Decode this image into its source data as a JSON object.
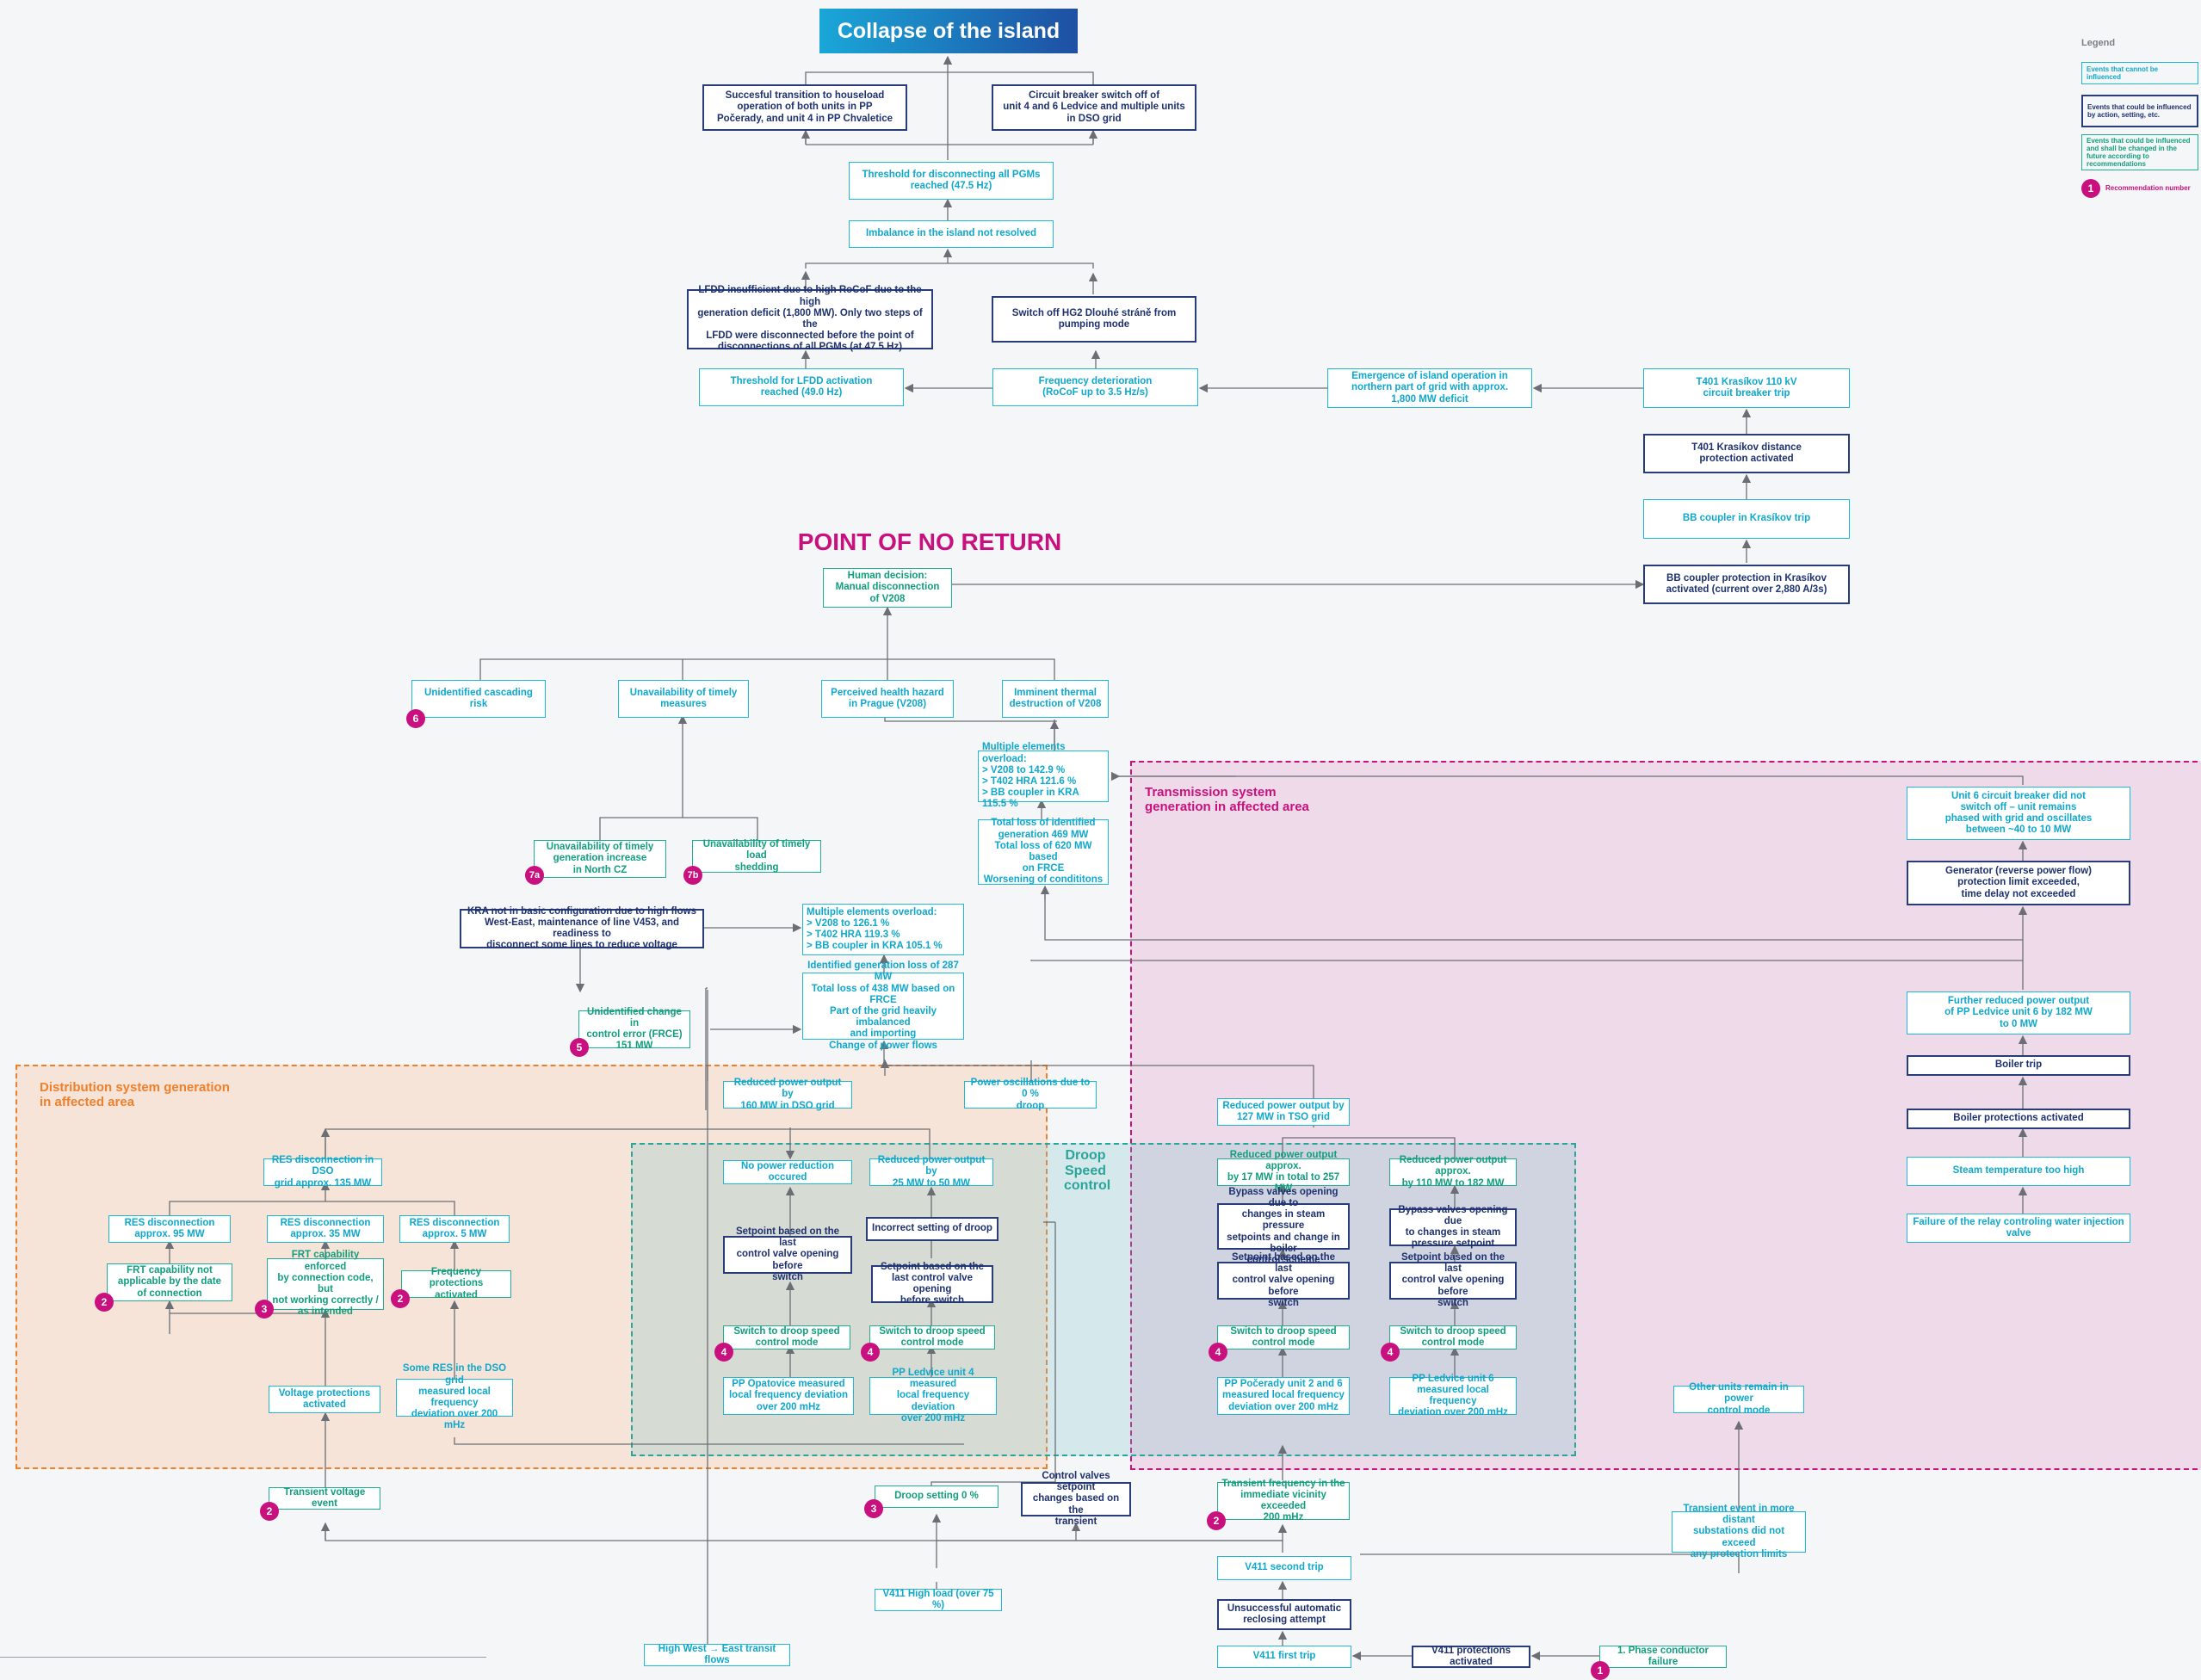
{
  "title": "Collapse of the island",
  "point_of_no_return": "POINT OF NO RETURN",
  "legend": {
    "title": "Legend",
    "cannot": "Events that cannot be influenced",
    "could": "Events that could be influenced by action, setting, etc.",
    "should": "Events that could be influenced and shall be changed in the future according to recommendations",
    "badge": "Recommendation number"
  },
  "regions": {
    "transmission": "Transmission system\ngeneration in affected area",
    "distribution": "Distribution system generation\nin affected area",
    "droop": "Droop\nSpeed\ncontrol"
  },
  "nodes": {
    "n_succ": "Succesful transition to houseload\noperation of both units in PP\nPočerady, and unit 4 in PP Chvaletice",
    "n_cb": "Circuit breaker switch off of\nunit 4 and 6 Ledvice and multiple units\nin DSO grid",
    "n_thr_pgm": "Threshold for disconnecting all PGMs\nreached (47.5 Hz)",
    "n_imb": "Imbalance in the island not resolved",
    "n_lfdd": "LFDD insufficient due to high RoCoF due to the high\ngeneration deficit (1,800 MW). Only two steps of the\nLFDD were disconnected before the point of\ndisconnections of all PGMs (at 47.5 Hz)",
    "n_hg2": "Switch off HG2 Dlouhé stráně from\npumping mode",
    "n_thr_lfdd": "Threshold for LFDD activation\nreached (49.0 Hz)",
    "n_freq_det": "Frequency deterioration\n(RoCoF up to 3.5 Hz/s)",
    "n_emerg": "Emergence of island operation in\nnorthern part of grid with approx.\n1,800 MW deficit",
    "n_t401_cb": "T401 Krasíkov 110 kV\ncircuit breaker trip",
    "n_t401_dist": "T401 Krasíkov distance\nprotection activated",
    "n_bb_trip": "BB coupler in Krasíkov trip",
    "n_bb_prot": "BB coupler protection in Krasíkov\nactivated (current over 2,880 A/3s)",
    "n_human": "Human decision:\nManual disconnection\nof V208",
    "n_unid_casc": "Unidentified cascading risk",
    "n_unavail": "Unavailability of timely\nmeasures",
    "n_health": "Perceived health hazard\nin Prague (V208)",
    "n_thermal": "Imminent thermal\ndestruction of V208",
    "n_mult1": "Multiple elements overload:\n> V208 to 142.9 %\n> T402 HRA 121.6 %\n> BB coupler in KRA 115.5 %",
    "n_totloss": "Total loss of identified\ngeneration 469 MW\nTotal loss of 620 MW based\non FRCE\nWorsening of condititons",
    "n_7a": "Unavailability of timely\ngeneration increase\nin North CZ",
    "n_7b": "Unavailability of timely load\nshedding",
    "n_kra": "KRA not in basic configuration due to high flows\nWest-East, maintenance of line V453, and readiness to\ndisconnect some lines to reduce voltage",
    "n_mult2": "Multiple elements overload:\n> V208 to 126.1 %\n> T402 HRA 119.3 %\n> BB coupler in KRA 105.1 %",
    "n_idloss": "Identified generation loss of 287 MW\nTotal loss of 438 MW based on FRCE\nPart of the grid heavily imbalanced\nand importing\nChange of power flows",
    "n_unid_change": "Unidentified change in\ncontrol error (FRCE)\n151 MW",
    "n_red160": "Reduced power output by\n160 MW in DSO grid",
    "n_osc": "Power oscillations due to 0 %\ndroop",
    "n_red127": "Reduced power output by\n127 MW in TSO grid",
    "n_res135": "RES disconnection in DSO\ngrid approx. 135 MW",
    "n_res95": "RES disconnection\napprox. 95 MW",
    "n_res35": "RES disconnection\napprox. 35 MW",
    "n_res5": "RES disconnection\napprox. 5 MW",
    "n_frt_na": "FRT capability not\napplicable by the date\nof connection",
    "n_frt_enf": "FRT capability enforced\nby connection code, but\nnot working correctly /\nas intended",
    "n_freqprot": "Frequency protections\nactivated",
    "n_voltprot": "Voltage protections\nactivated",
    "n_someres": "Some RES in the DSO grid\nmeasured local frequency\ndeviation over 200 mHz",
    "n_transv": "Transient voltage event",
    "n_noreduce": "No power reduction occured",
    "n_red25": "Reduced power output by\n25 MW to 50 MW",
    "n_incorrect": "Incorrect setting of droop",
    "n_setp_op": "Setpoint based on the last\ncontrol valve opening before\nswitch",
    "n_setp_led4": "Setpoint based on the\nlast control valve opening\nbefore switch",
    "n_sw_op": "Switch to droop speed\ncontrol mode",
    "n_sw_led4": "Switch to droop speed\ncontrol mode",
    "n_pp_op": "PP Opatovice measured\nlocal frequency deviation\nover 200 mHz",
    "n_pp_led4": "PP Ledvice unit 4 measured\nlocal frequency deviation\nover 200 mHz",
    "n_droop0": "Droop setting 0 %",
    "n_cv": "Control valves setpoint\nchanges based on the\ntransient",
    "n_red17": "Reduced power output approx.\nby 17 MW in total to 257 MW",
    "n_red110": "Reduced power output approx.\nby 110 MW to 182 MW",
    "n_bypass1": "Bypass valves opening due to\nchanges in steam pressure\nsetpoints and change in boiler\ncontrol scheme",
    "n_bypass2": "Bypass valves opening due\nto changes in steam\npressure setpoint",
    "n_setp_poc": "Setpoint based on the last\ncontrol valve opening before\nswitch",
    "n_setp_led6": "Setpoint based on the last\ncontrol valve opening before\nswitch",
    "n_sw_poc": "Switch to droop speed\ncontrol mode",
    "n_sw_led6": "Switch to droop speed\ncontrol mode",
    "n_pp_poc": "PP Počerady unit 2 and 6\nmeasured local frequency\ndeviation over 200 mHz",
    "n_pp_led6": "PP Ledvice unit 6\nmeasured local frequency\ndeviation over 200 mHz",
    "n_trans_freq": "Transient frequency in the\nimmediate vicinity exceeded\n200 mHz",
    "n_other": "Other units remain in power\ncontrol mode",
    "n_distant": "Transient event in more distant\nsubstations did not exceed\nany protection limits",
    "n_u6cb": "Unit 6 circuit breaker did not\nswitch off – unit remains\nphased with grid and oscillates\nbetween ~40 to 10 MW",
    "n_gen": "Generator (reverse power flow)\nprotection limit exceeded,\ntime delay not exceeded",
    "n_further": "Further reduced power output\nof PP Ledvice unit 6 by 182 MW\nto 0 MW",
    "n_boiler_trip": "Boiler trip",
    "n_boiler_prot": "Boiler protections activated",
    "n_steam": "Steam temperature too high",
    "n_relay": "Failure of the relay controling water injection valve",
    "n_v411_2": "V411 second trip",
    "n_unsucc": "Unsuccessful automatic\nreclosing attempt",
    "n_v411_1": "V411 first trip",
    "n_v411_prot": "V411 protections activated",
    "n_phase": "1. Phase conductor failure",
    "n_v411_high": "V411 High load (over 75 %)",
    "n_west": "High West → East transit flows"
  },
  "badges": {
    "b6": "6",
    "b7a": "7a",
    "b7b": "7b",
    "b5": "5",
    "b2a": "2",
    "b3a": "3",
    "b2b": "2",
    "b2c": "2",
    "b4a": "4",
    "b4b": "4",
    "b3b": "3",
    "b4c": "4",
    "b4d": "4",
    "b2d": "2",
    "b1": "1"
  },
  "colors": {
    "cannot": "#1fb8d6",
    "could": "#283c7a",
    "should": "#1fb090",
    "badge": "#c8117e",
    "transmission": "#c8117e",
    "distribution": "#f07f2a",
    "droop": "#2aa59a"
  }
}
